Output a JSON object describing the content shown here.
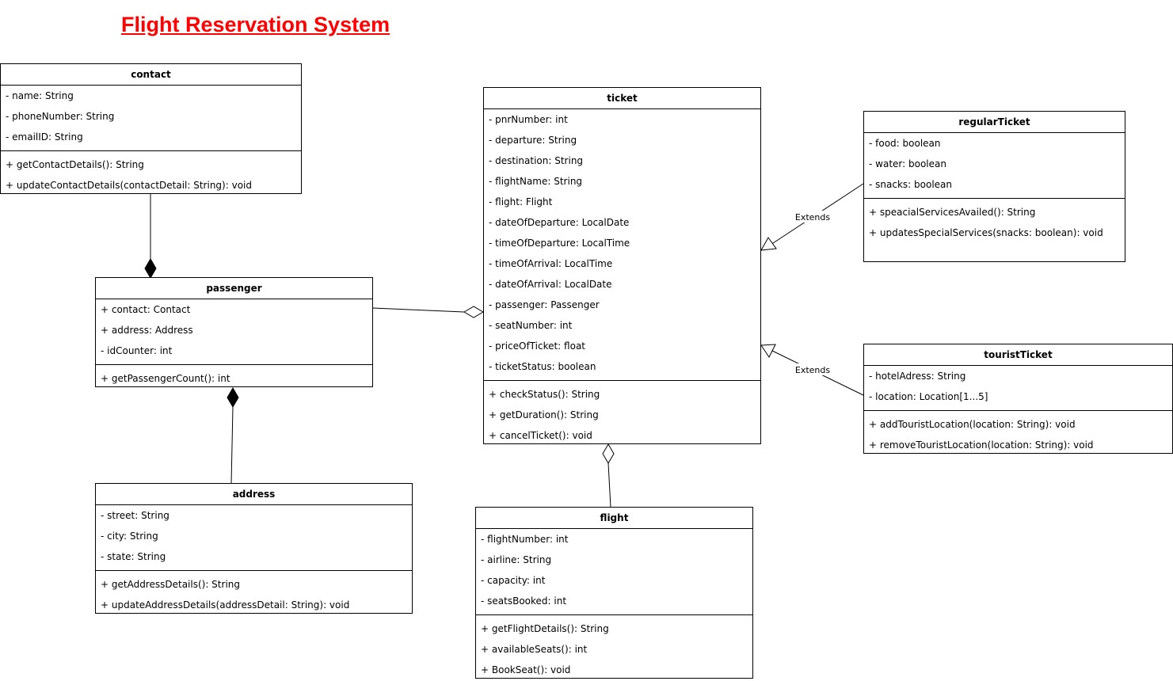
{
  "title": "Flight Reservation System",
  "classes": {
    "contact": {
      "name": "contact",
      "attributes": [
        "- name: String",
        "- phoneNumber: String",
        "- emailID: String"
      ],
      "operations": [
        "+ getContactDetails(): String",
        "+ updateContactDetails(contactDetail: String): void"
      ]
    },
    "passenger": {
      "name": "passenger",
      "attributes": [
        "+ contact: Contact",
        "+ address: Address",
        "- idCounter: int"
      ],
      "operations": [
        "+ getPassengerCount(): int"
      ]
    },
    "address": {
      "name": "address",
      "attributes": [
        "- street: String",
        "- city: String",
        "- state: String"
      ],
      "operations": [
        "+ getAddressDetails(): String",
        "+ updateAddressDetails(addressDetail: String): void"
      ]
    },
    "ticket": {
      "name": "ticket",
      "attributes": [
        "- pnrNumber: int",
        "- departure: String",
        "- destination: String",
        "- flightName: String",
        "- flight: Flight",
        "- dateOfDeparture: LocalDate",
        "- timeOfDeparture: LocalTime",
        "- timeOfArrival: LocalTime",
        "- dateOfArrival: LocalDate",
        "- passenger: Passenger",
        "- seatNumber: int",
        "- priceOfTicket: float",
        "- ticketStatus: boolean"
      ],
      "operations": [
        "+ checkStatus(): String",
        "+ getDuration(): String",
        "+ cancelTicket(): void"
      ]
    },
    "flight": {
      "name": "flight",
      "attributes": [
        "- flightNumber: int",
        "- airline: String",
        "- capacity: int",
        "- seatsBooked: int"
      ],
      "operations": [
        "+ getFlightDetails(): String",
        "+ availableSeats(): int",
        "+ BookSeat(): void"
      ]
    },
    "regularTicket": {
      "name": "regularTicket",
      "attributes": [
        "- food: boolean",
        "- water: boolean",
        "- snacks: boolean"
      ],
      "operations": [
        "+ speacialServicesAvailed(): String",
        "+ updatesSpecialServices(snacks: boolean): void"
      ]
    },
    "touristTicket": {
      "name": "touristTicket",
      "attributes": [
        "- hotelAdress: String",
        "- location: Location[1...5]"
      ],
      "operations": [
        "+ addTouristLocation(location: String): void",
        "+ removeTouristLocation(location: String): void"
      ]
    }
  },
  "relations": {
    "extends_regular": "Extends",
    "extends_tourist": "Extends"
  }
}
